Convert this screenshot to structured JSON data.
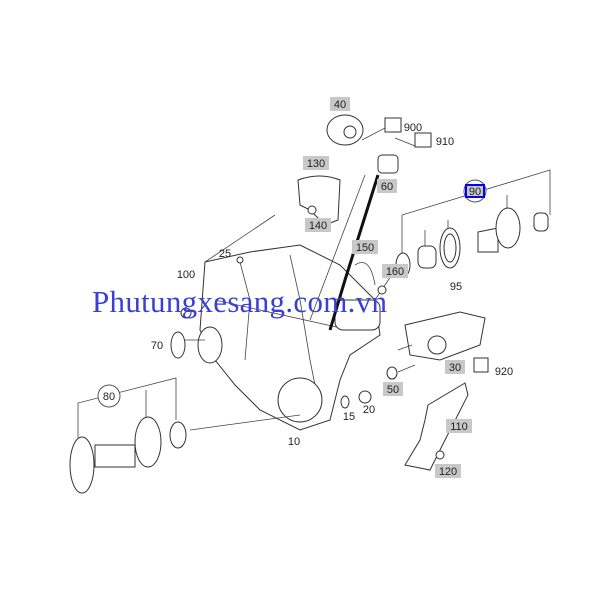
{
  "diagram": {
    "watermark": "Phutungxesang.com.vn",
    "highlight_color": "#0000ff",
    "labels": {
      "p40": "40",
      "p900": "900",
      "p910": "910",
      "p130": "130",
      "p60": "60",
      "p140": "140",
      "p90": "90",
      "p25": "25",
      "p150": "150",
      "p95": "95",
      "p100": "100",
      "p160": "160",
      "p70": "70",
      "p30": "30",
      "p920": "920",
      "p50": "50",
      "p80": "80",
      "p15": "15",
      "p20": "20",
      "p110": "110",
      "p10": "10",
      "p120": "120"
    }
  }
}
